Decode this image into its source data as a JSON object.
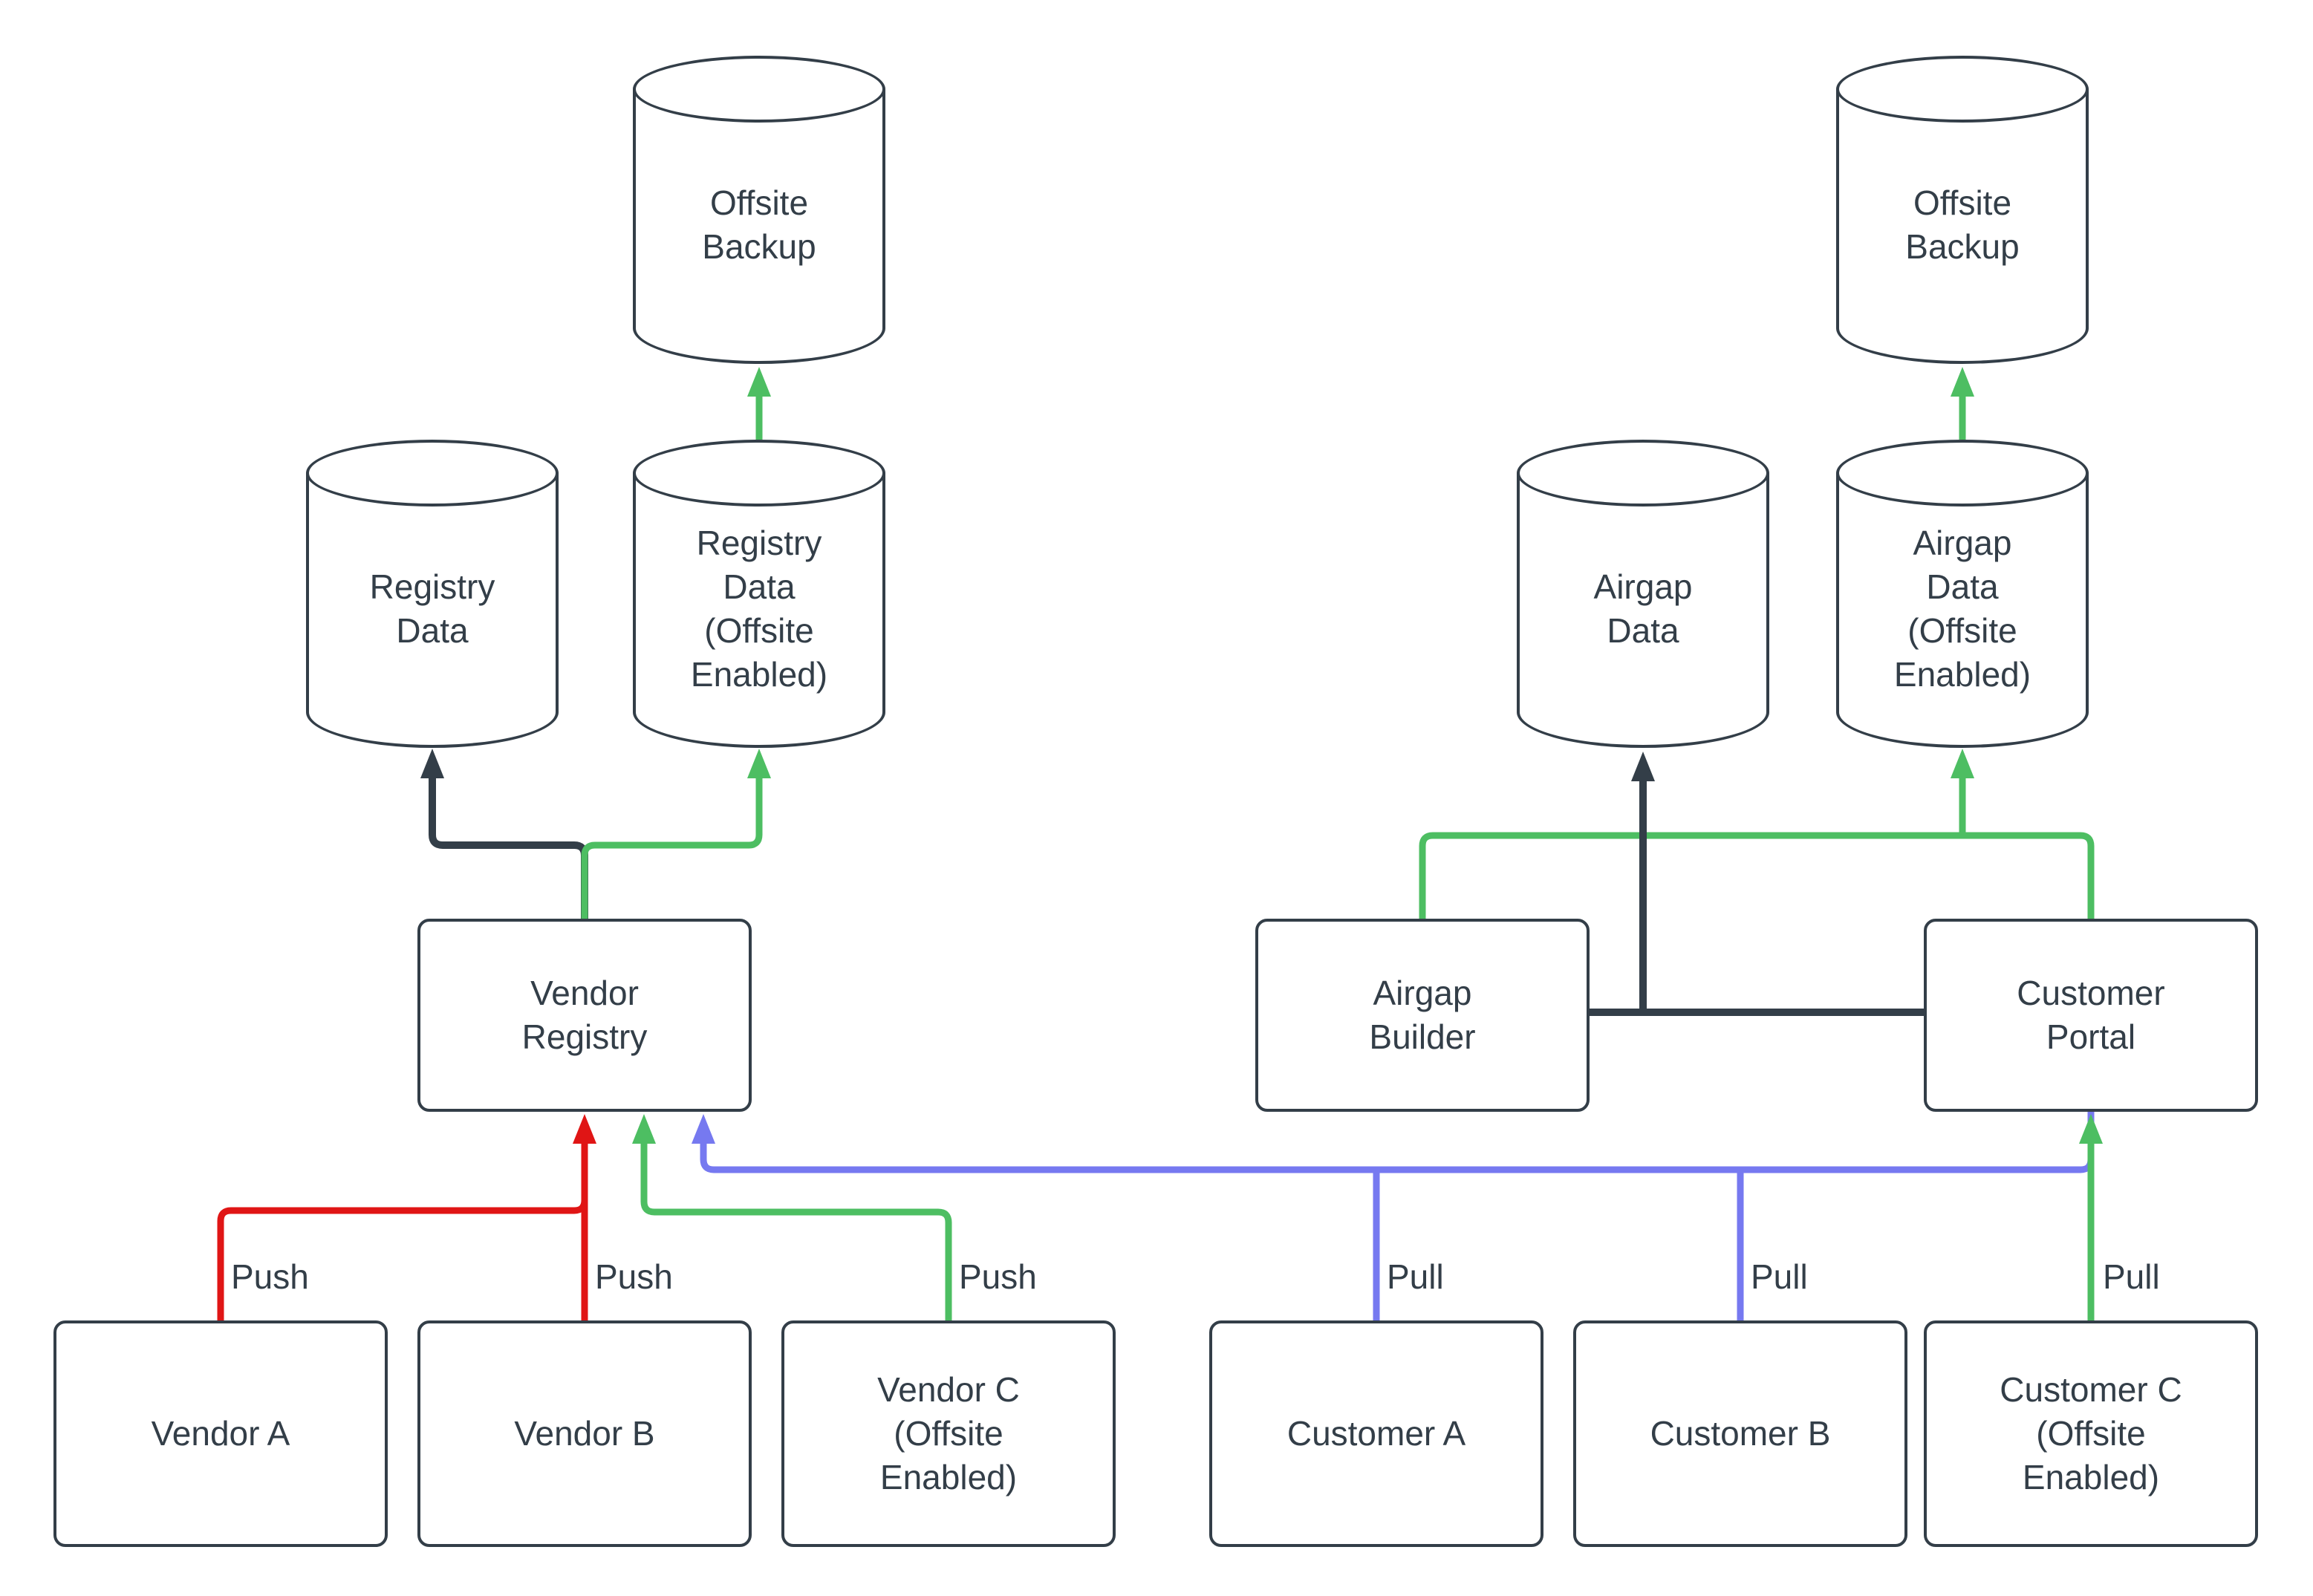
{
  "colors": {
    "ink": "#333E48",
    "green": "#4DBE62",
    "red": "#E01515",
    "blue": "#7679F0",
    "background": "#FFFFFF"
  },
  "nodes": {
    "offsite_backup_left": {
      "label": "Offsite\nBackup"
    },
    "offsite_backup_right": {
      "label": "Offsite\nBackup"
    },
    "registry_data": {
      "label": "Registry\nData"
    },
    "registry_data_offsite": {
      "label": "Registry\nData\n(Offsite\nEnabled)"
    },
    "airgap_data": {
      "label": "Airgap\nData"
    },
    "airgap_data_offsite": {
      "label": "Airgap\nData\n(Offsite\nEnabled)"
    },
    "vendor_registry": {
      "label": "Vendor\nRegistry"
    },
    "airgap_builder": {
      "label": "Airgap\nBuilder"
    },
    "customer_portal": {
      "label": "Customer\nPortal"
    },
    "vendor_a": {
      "label": "Vendor A"
    },
    "vendor_b": {
      "label": "Vendor B"
    },
    "vendor_c": {
      "label": "Vendor C\n(Offsite\nEnabled)"
    },
    "customer_a": {
      "label": "Customer A"
    },
    "customer_b": {
      "label": "Customer B"
    },
    "customer_c": {
      "label": "Customer C\n(Offsite\nEnabled)"
    }
  },
  "edge_labels": {
    "vendor_a_push": "Push",
    "vendor_b_push": "Push",
    "vendor_c_push": "Push",
    "customer_a_pull": "Pull",
    "customer_b_pull": "Pull",
    "customer_c_pull": "Pull"
  }
}
